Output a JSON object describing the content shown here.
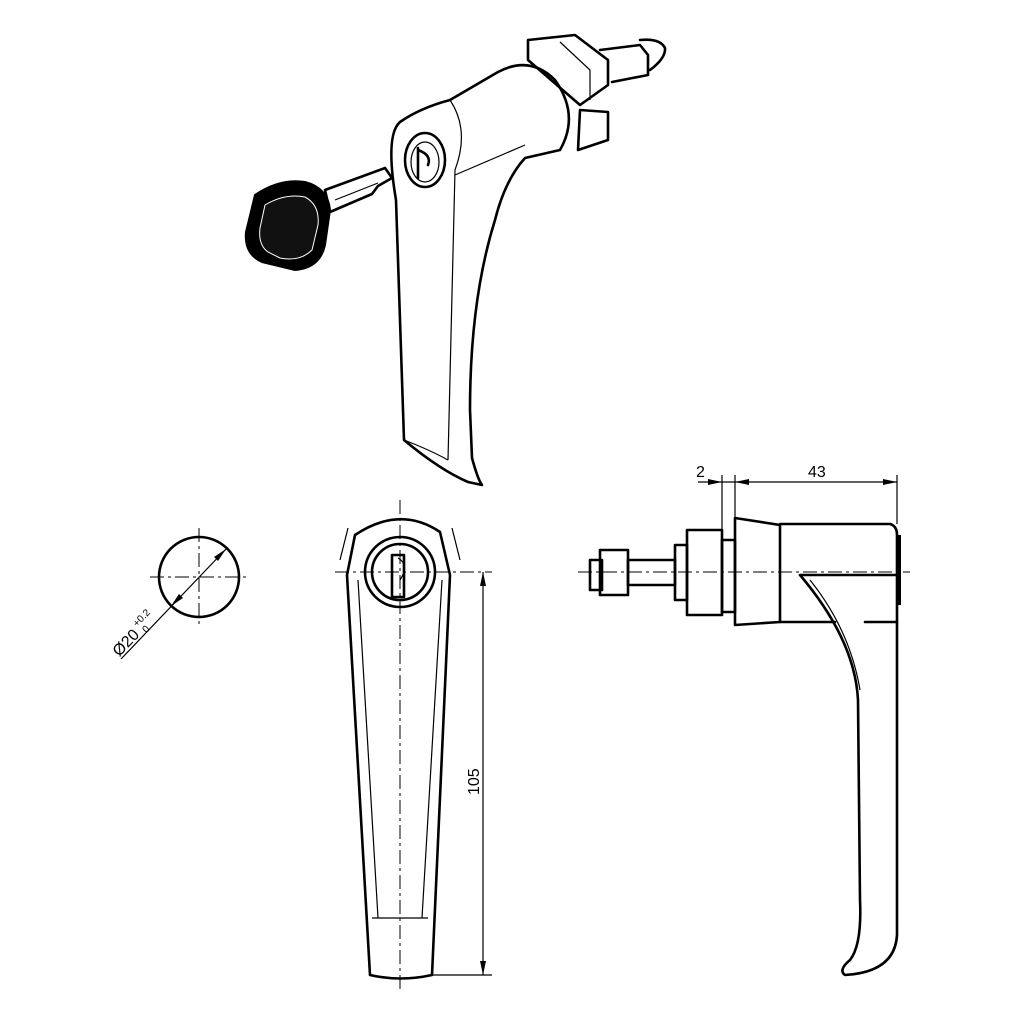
{
  "dimensions": {
    "diameter_label": "Ø20",
    "diameter_tol_upper": "+0.2",
    "diameter_tol_lower": "0",
    "flange_thickness": "2",
    "body_depth": "43",
    "handle_length": "105"
  },
  "colors": {
    "line": "#000000",
    "background": "#ffffff"
  }
}
